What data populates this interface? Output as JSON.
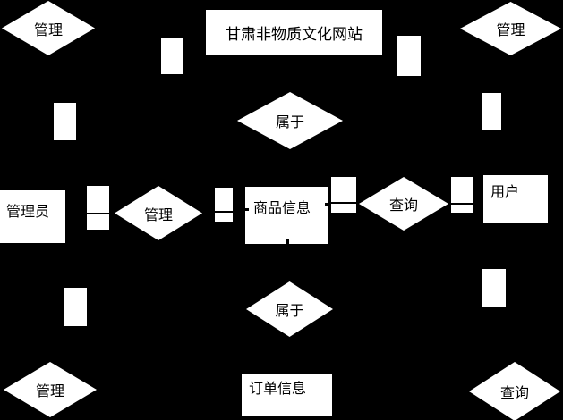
{
  "colors": {
    "background": "#000000",
    "shape_fill": "#ffffff",
    "text": "#000000",
    "connector_line": "#000000"
  },
  "title": {
    "label": "甘肃非物质文化网站"
  },
  "entities": {
    "admin": {
      "label": "管理员"
    },
    "product": {
      "label": "商品信息"
    },
    "user": {
      "label": "用户"
    },
    "order": {
      "label": "订单信息"
    }
  },
  "relationships": {
    "manage_top_left": {
      "label": "管理"
    },
    "manage_top_right": {
      "label": "管理"
    },
    "belongs_upper": {
      "label": "属于"
    },
    "manage_middle": {
      "label": "管理"
    },
    "query_middle": {
      "label": "查询"
    },
    "belongs_lower": {
      "label": "属于"
    },
    "manage_bottom_left": {
      "label": "管理"
    },
    "query_bottom_right": {
      "label": "查询"
    }
  }
}
